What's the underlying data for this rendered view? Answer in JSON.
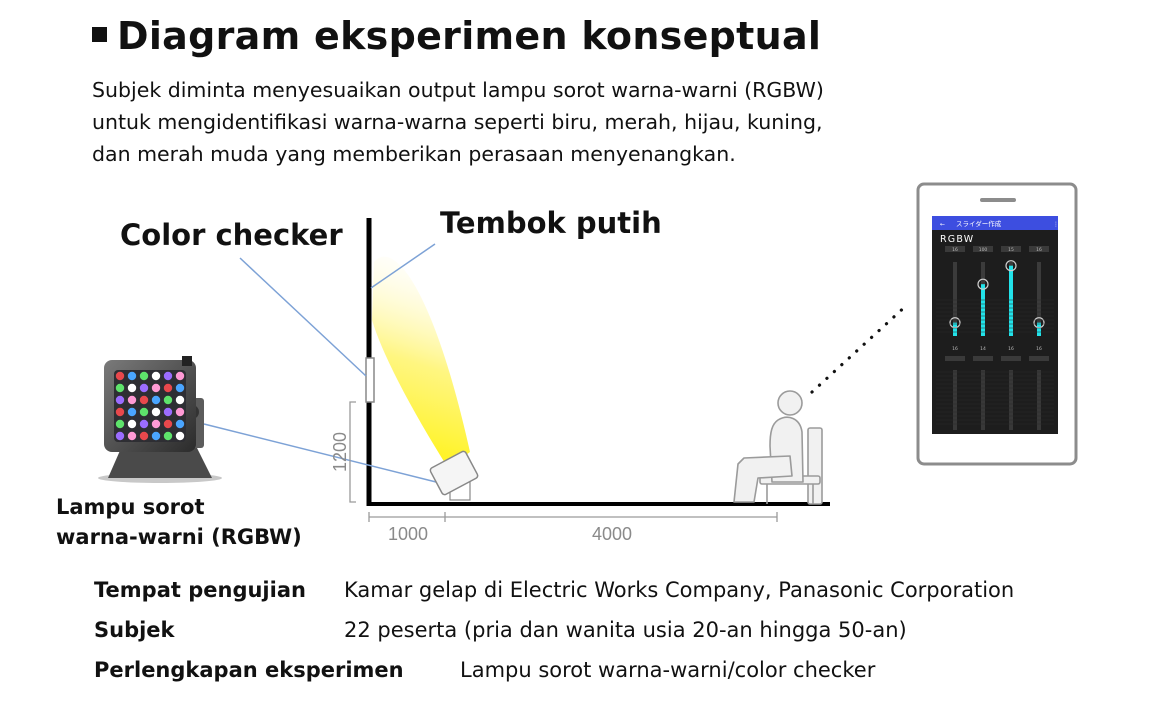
{
  "title": "Diagram eksperimen konseptual",
  "intro": [
    "Subjek diminta menyesuaikan output lampu sorot warna-warni (RGBW)",
    "untuk mengidentifikasi warna-warna seperti biru, merah, hijau, kuning,",
    "dan merah muda yang memberikan perasaan menyenangkan."
  ],
  "labels": {
    "color_checker": "Color checker",
    "white_wall": "Tembok putih",
    "lamp_line1": "Lampu sorot",
    "lamp_line2": "warna-warni (RGBW)"
  },
  "dimensions": {
    "height": "1200",
    "distance_1": "1000",
    "distance_2": "4000"
  },
  "phone": {
    "app_title": "スライダー作成",
    "mode_label": "RGBW",
    "top_values": [
      "16",
      "100",
      "15",
      "16"
    ],
    "slider_levels": [
      0.18,
      0.7,
      0.95,
      0.18
    ],
    "slider_labels": [
      "16",
      "14",
      "16",
      "16"
    ]
  },
  "info": [
    {
      "key": "Tempat pengujian",
      "value": "Kamar gelap di Electric Works Company, Panasonic Corporation"
    },
    {
      "key": "Subjek",
      "value": "22 peserta (pria dan wanita usia 20-an hingga 50-an)"
    },
    {
      "key": "Perlengkapan eksperimen",
      "value": "Lampu sorot warna-warni/color checker"
    }
  ],
  "colors": {
    "slider": "#22e3ea",
    "app_bar": "#3d4ee0",
    "pointer_line": "#7da2d6",
    "beam": "#fff200"
  }
}
